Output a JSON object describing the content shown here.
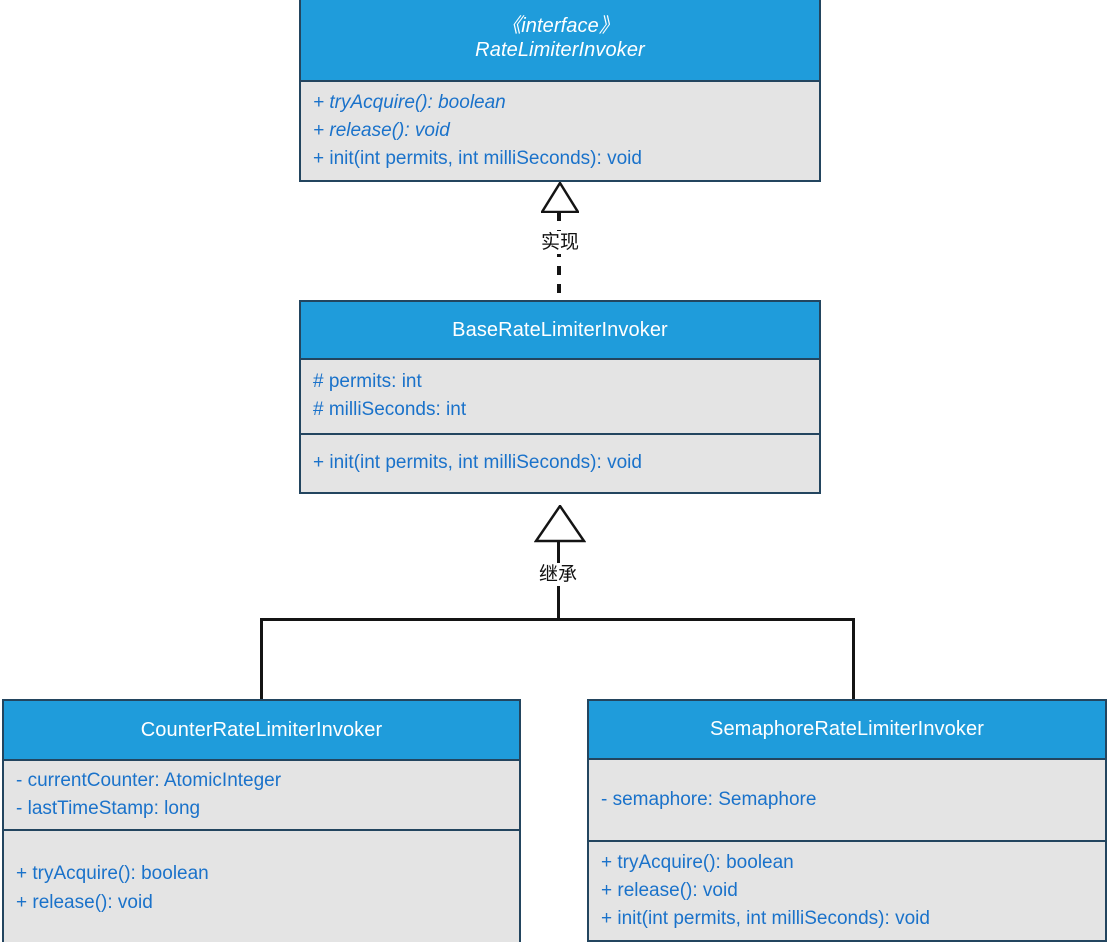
{
  "diagram": {
    "title": "RateLimiterInvoker UML class diagram",
    "colors": {
      "header_blue": "#1F9CDB",
      "compartment_gray": "#E4E4E4",
      "border_navy": "#23455F",
      "member_blue": "#1A72CA",
      "connector_black": "#141414",
      "header_text": "#FFFFFF"
    }
  },
  "classes": {
    "rate_limiter_invoker": {
      "stereotype": "《interface》",
      "name": "RateLimiterInvoker",
      "members": [
        {
          "text": "+ tryAcquire(): boolean",
          "italic": true
        },
        {
          "text": "+ release(): void",
          "italic": true
        },
        {
          "text": "+ init(int permits, int milliSeconds): void",
          "italic": false
        }
      ]
    },
    "base_rate_limiter_invoker": {
      "name": "BaseRateLimiterInvoker",
      "attributes": [
        {
          "text": "# permits: int",
          "italic": false
        },
        {
          "text": "# milliSeconds: int",
          "italic": false
        }
      ],
      "methods": [
        {
          "text": "+ init(int permits, int milliSeconds): void",
          "italic": false
        }
      ]
    },
    "counter_rate_limiter_invoker": {
      "name": "CounterRateLimiterInvoker",
      "attributes": [
        {
          "text": "- currentCounter: AtomicInteger",
          "italic": false
        },
        {
          "text": "- lastTimeStamp: long",
          "italic": false
        }
      ],
      "methods": [
        {
          "text": "+ tryAcquire(): boolean",
          "italic": false
        },
        {
          "text": "+ release(): void",
          "italic": false
        }
      ]
    },
    "semaphore_rate_limiter_invoker": {
      "name": "SemaphoreRateLimiterInvoker",
      "attributes": [
        {
          "text": "- semaphore: Semaphore",
          "italic": false
        }
      ],
      "methods": [
        {
          "text": "+ tryAcquire(): boolean",
          "italic": false
        },
        {
          "text": "+ release(): void",
          "italic": false
        },
        {
          "text": "+ init(int permits, int milliSeconds): void",
          "italic": false
        }
      ]
    }
  },
  "connectors": {
    "realization": {
      "label": "实现",
      "from": "BaseRateLimiterInvoker",
      "to": "RateLimiterInvoker",
      "style": "dashed",
      "arrow": "hollow-triangle"
    },
    "generalization": {
      "label": "继承",
      "from": "CounterRateLimiterInvoker, SemaphoreRateLimiterInvoker",
      "to": "BaseRateLimiterInvoker",
      "style": "solid",
      "arrow": "hollow-triangle"
    }
  }
}
